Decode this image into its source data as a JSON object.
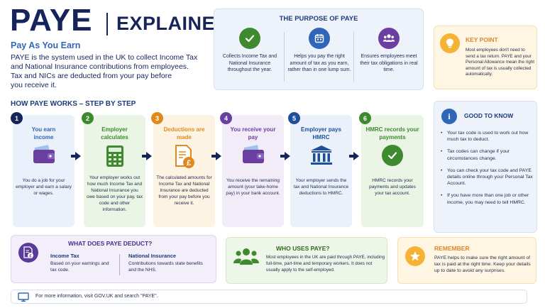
{
  "header": {
    "title": "PAYE",
    "title_suffix": "EXPLAINED",
    "subtitle": "Pay As You Earn",
    "intro_lines": [
      "PAYE is the system used in the UK to collect Income Tax",
      "and National Insurance contributions from employees.",
      "Tax and NICs are deducted from your pay before",
      "you receive it."
    ]
  },
  "purpose": {
    "title": "THE PURPOSE OF PAYE",
    "items": [
      {
        "icon": "checkmark-icon",
        "text": "Collects Income Tax and National Insurance throughout the year."
      },
      {
        "icon": "calendar-icon",
        "text": "Helps you pay the right amount of tax as you earn, rather than in one lump sum."
      },
      {
        "icon": "people-icon",
        "text": "Ensures employees meet their tax obligations in real time."
      }
    ]
  },
  "key_point": {
    "title": "KEY POINT",
    "text": "Most employees don't need to send a tax return. PAYE and your Personal Allowance mean the right amount of tax is usually collected automatically."
  },
  "steps_heading": "HOW PAYE WORKS – STEP BY STEP",
  "steps": [
    {
      "number": "1",
      "title": "You earn income",
      "icon": "wallet-icon",
      "text": "You do a job for your employer and earn a salary or wages.",
      "color": "#2f66b8",
      "bg": "#eaf1fb"
    },
    {
      "number": "2",
      "title": "Employer calculates",
      "icon": "calculator-icon",
      "text": "Your employer works out how much Income Tax and National Insurance you owe based on your pay, tax code and other information.",
      "color": "#3f8a2e",
      "bg": "#eaf5e6"
    },
    {
      "number": "3",
      "title": "Deductions are made",
      "icon": "pound-document-icon",
      "text": "The calculated amounts for Income Tax and National Insurance are deducted from your pay before you receive it.",
      "color": "#e08a1e",
      "bg": "#fdf3e2"
    },
    {
      "number": "4",
      "title": "You receive your pay",
      "icon": "wallet-icon",
      "text": "You receive the remaining amount (your take-home pay) in your bank account.",
      "color": "#6a3fa0",
      "bg": "#f2ecf9"
    },
    {
      "number": "5",
      "title": "Employer pays HMRC",
      "icon": "bank-icon",
      "text": "Your employer sends the tax and National Insurance deductions to HMRC.",
      "color": "#1d4f9c",
      "bg": "#eaf1fb"
    },
    {
      "number": "6",
      "title": "HMRC records your payments",
      "icon": "checkmark-icon",
      "text": "HMRC records your payments and updates your tax account.",
      "color": "#3f8a2e",
      "bg": "#eaf5e6"
    }
  ],
  "good_to_know": {
    "title": "GOOD TO KNOW",
    "items": [
      "Your tax code is used to work out how much tax to deduct.",
      "Tax codes can change if your circumstances change.",
      "You can check your tax code and PAYE details online through your Personal Tax Account.",
      "If you have more than one job or other income, you may need to tell HMRC."
    ]
  },
  "deduct": {
    "title": "WHAT DOES PAYE DEDUCT?",
    "income_tax": {
      "label": "Income Tax",
      "text": "Based on your earnings and tax code."
    },
    "national_insurance": {
      "label": "National Insurance",
      "text": "Contributions towards state benefits and the NHS."
    }
  },
  "who": {
    "title": "WHO USES PAYE?",
    "text": "Most employees in the UK are paid through PAYE, including full-time, part-time and temporary workers. It does not usually apply to the self-employed."
  },
  "remember": {
    "title": "REMEMBER",
    "text": "PAYE helps to make sure the right amount of tax is paid at the right time. Keep your details up to date to avoid any surprises."
  },
  "footer": {
    "text": "For more information, visit GOV.UK and search \"PAYE\"."
  }
}
